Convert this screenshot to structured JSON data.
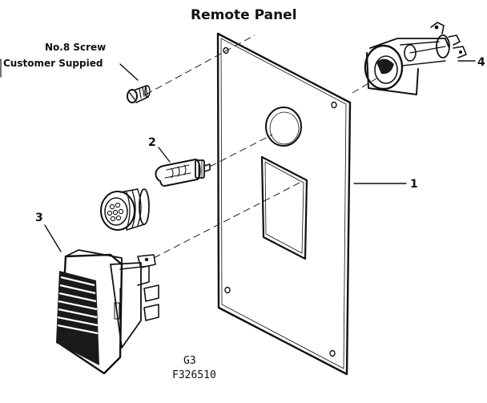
{
  "title": "Remote Panel",
  "screw_note": {
    "line1": "No.8  Screw",
    "line2": "Customer Suppied"
  },
  "callouts": [
    "1",
    "2",
    "3",
    "4"
  ],
  "drawing_id": {
    "line1": "G3",
    "line2": "F326510"
  },
  "parts": [
    {
      "callout": "1",
      "name": "panel"
    },
    {
      "callout": "2",
      "name": "bulb"
    },
    {
      "callout": "3",
      "name": "rocker-switch"
    },
    {
      "callout": "4",
      "name": "lamp-socket"
    }
  ]
}
